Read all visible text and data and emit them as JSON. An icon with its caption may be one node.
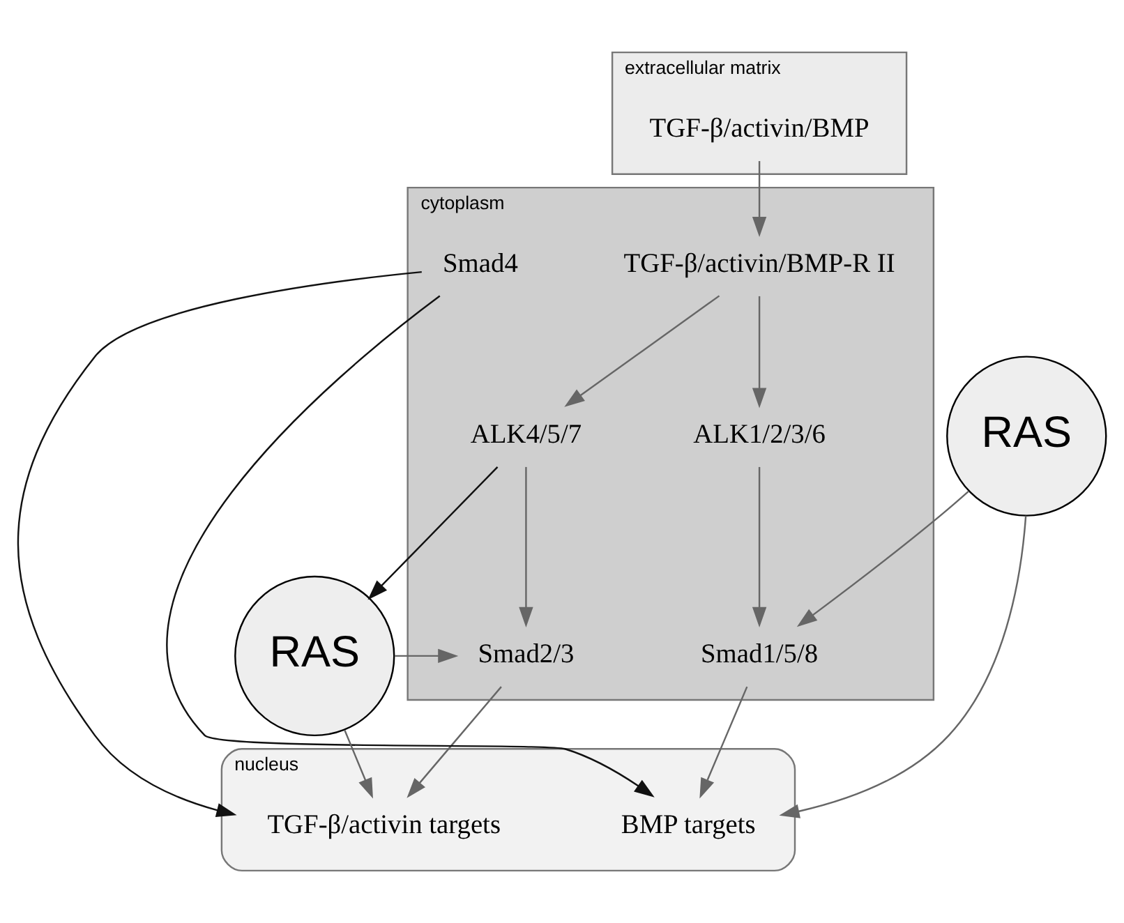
{
  "diagram": {
    "nodes": [
      {
        "text": [
          "extracellular matrix"
        ]
      },
      {
        "text": [
          "TGF-β/activin/BMP"
        ],
        "in": 0
      },
      {
        "text": [
          "cytoplasm"
        ]
      },
      {
        "text": [
          "TGF-β/activin/BMP-R II"
        ],
        "in": 2
      },
      {
        "text": [
          "ALK4/5/7"
        ],
        "in": 2
      },
      {
        "text": [
          "ALK1/2/3/6"
        ],
        "in": 2
      },
      {
        "text": [
          "Smad2/3"
        ],
        "in": 2
      },
      {
        "text": [
          "Smad1/5/8"
        ],
        "in": 2
      },
      {
        "text": [
          "Smad4"
        ],
        "in": 2
      },
      {
        "text": [
          "RAS"
        ]
      },
      {
        "text": [
          "RAS"
        ]
      },
      {
        "text": [
          "nucleus"
        ]
      },
      {
        "text": [
          "TGF-β/activin targets"
        ],
        "in": 11
      },
      {
        "text": [
          "BMP targets"
        ],
        "in": 11
      }
    ],
    "edges": [
      {
        "from": 1,
        "to": 3,
        "arrow": "to"
      },
      {
        "from": 3,
        "to": 4,
        "arrow": "to"
      },
      {
        "from": 3,
        "to": 5,
        "arrow": "to"
      },
      {
        "from": 4,
        "to": 9,
        "arrow": "to",
        "color": "#111111"
      },
      {
        "from": 4,
        "to": 6,
        "arrow": "to"
      },
      {
        "from": 5,
        "to": 7,
        "arrow": "to"
      },
      {
        "from": 9,
        "to": 6,
        "arrow": "to"
      },
      {
        "from": 10,
        "to": 7,
        "arrow": "to"
      },
      {
        "from": 8,
        "to": 12,
        "arrow": "to",
        "color": "#111111"
      },
      {
        "from": 8,
        "to": 13,
        "arrow": "to",
        "color": "#111111"
      },
      {
        "from": 6,
        "to": 12,
        "arrow": "to"
      },
      {
        "from": 7,
        "to": 13,
        "arrow": "to"
      },
      {
        "from": 9,
        "to": 12,
        "arrow": "to"
      },
      {
        "from": 10,
        "to": 13,
        "arrow": "to"
      }
    ]
  }
}
